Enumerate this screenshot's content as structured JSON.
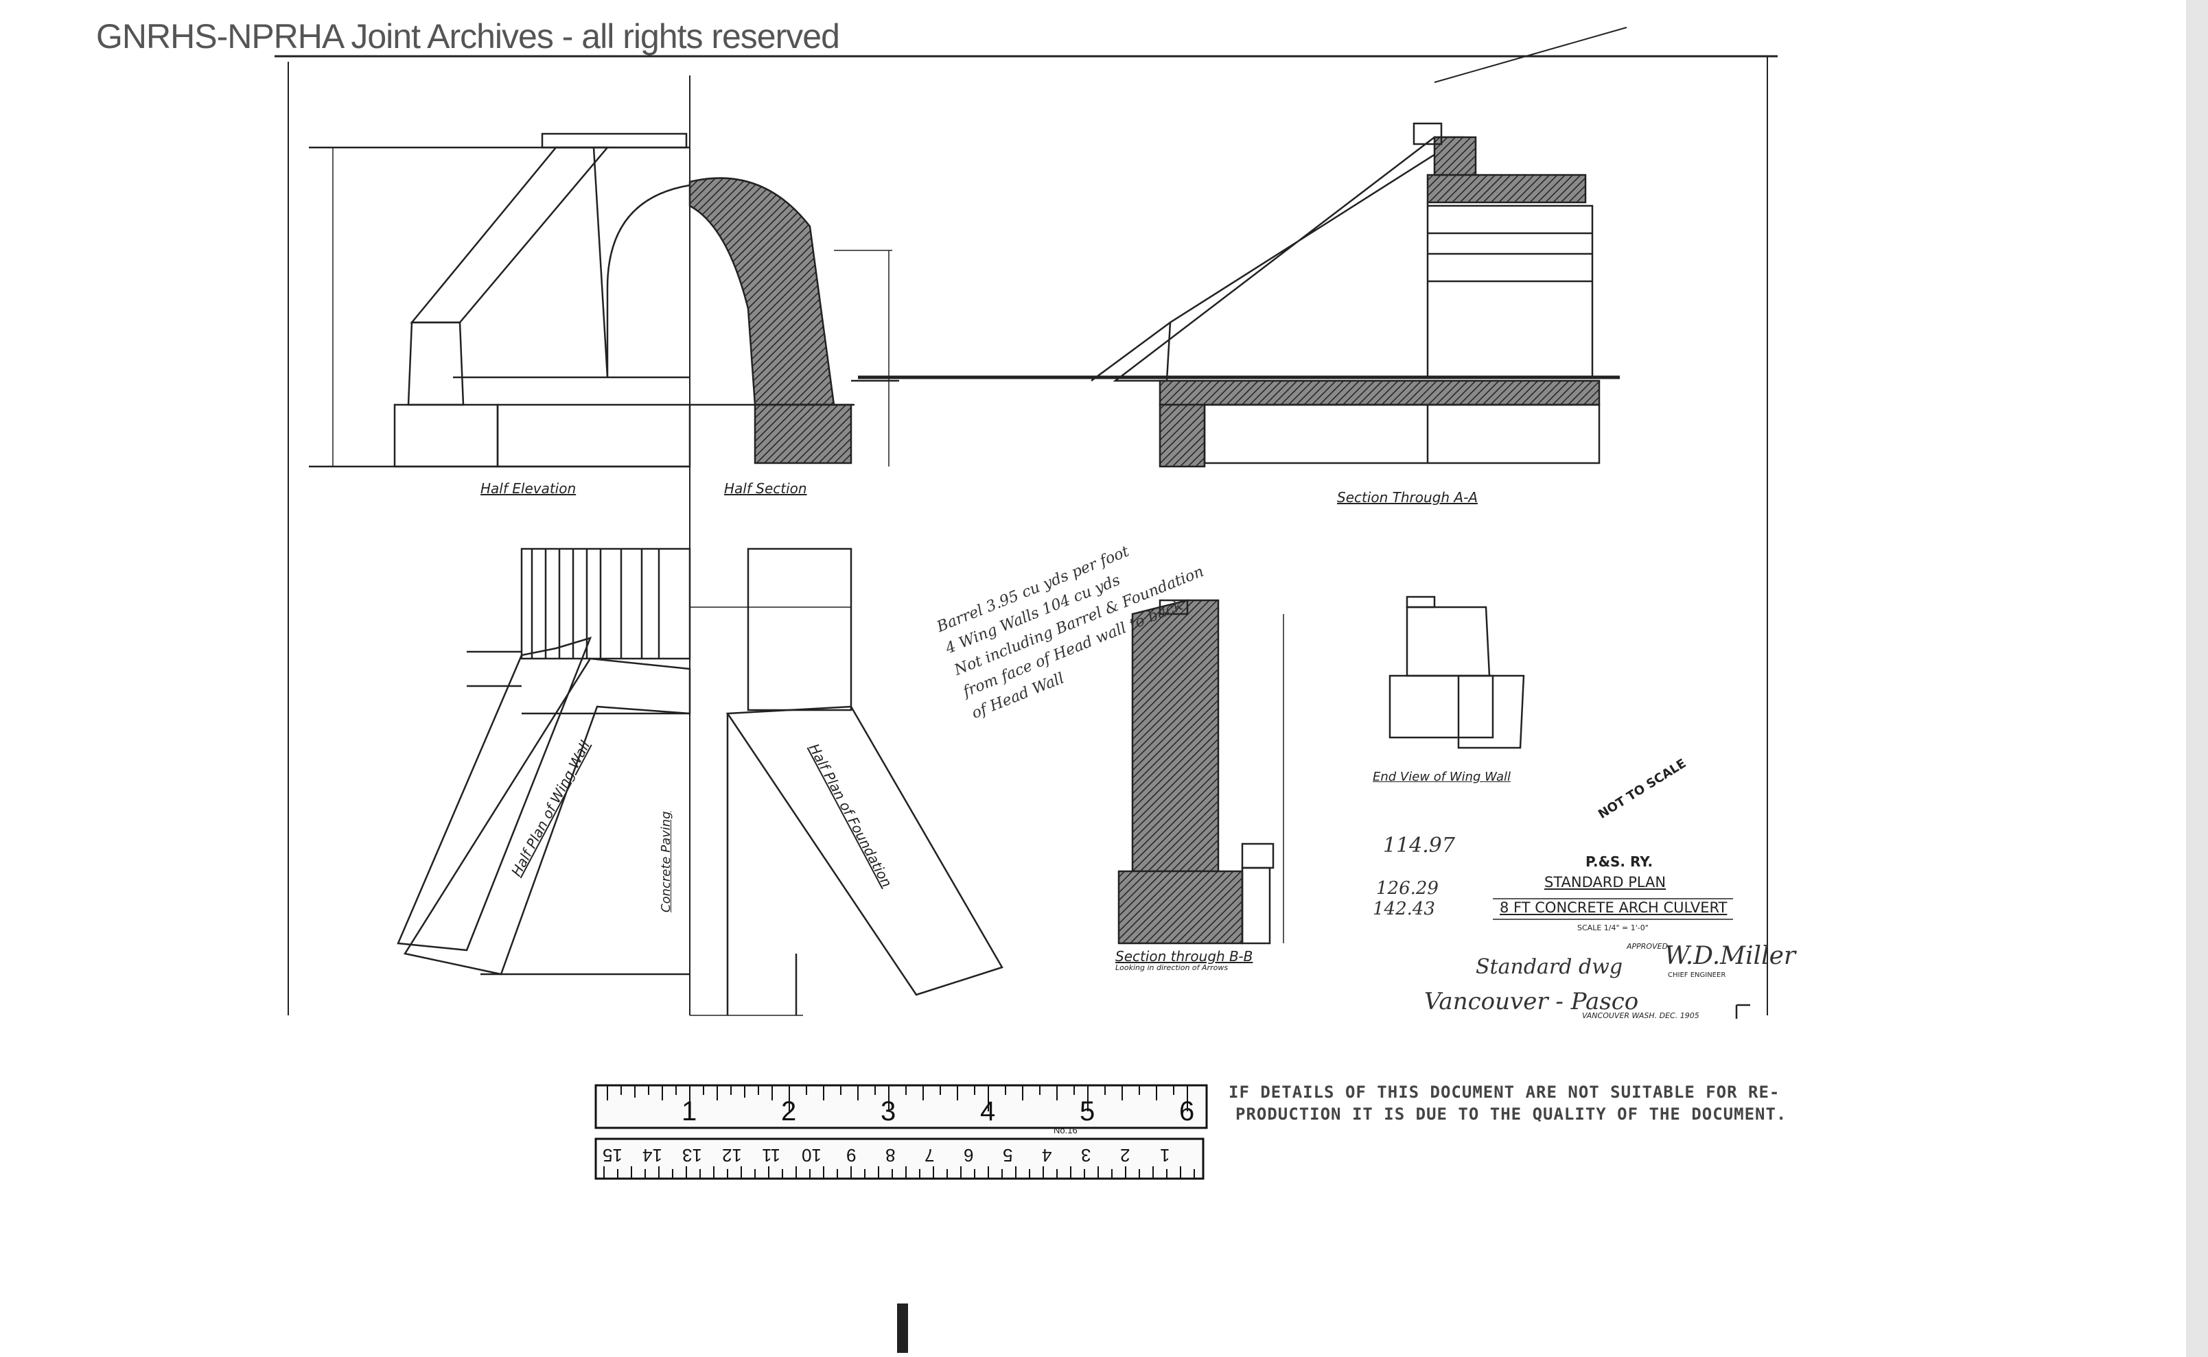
{
  "watermark": "GNRHS-NPRHA Joint Archives - all rights reserved",
  "views": {
    "half_elevation": "Half Elevation",
    "half_section": "Half Section",
    "section_a": "Section Through A-A",
    "half_plan_wing_wall": "Half Plan of Wing Wall",
    "half_plan_foundation": "Half Plan of Foundation",
    "concrete_paving": "Concrete Paving",
    "section_b": "Section through B-B",
    "section_b_sub": "Looking in direction of Arrows",
    "end_view_wing_wall": "End View of Wing Wall"
  },
  "handwritten_note": {
    "line1": "Barrel 3.95 cu yds per foot",
    "line2": "4 Wing Walls 104 cu yds",
    "line3": "Not including Barrel & Foundation",
    "line4": "from face of Head wall to back",
    "line5": "of Head Wall"
  },
  "not_to_scale": "NOT TO SCALE",
  "hand_numbers": {
    "n1": "114.97",
    "n2": "126.29",
    "n3": "142.43"
  },
  "title_block": {
    "railway": "P.&S. RY.",
    "plan": "STANDARD PLAN",
    "subject": "8 FT CONCRETE ARCH CULVERT",
    "scale": "SCALE 1/4\" = 1'-0\"",
    "approved": "APPROVED",
    "signature": "W.D.Miller",
    "chief_engineer": "CHIEF ENGINEER",
    "std_dwg": "Standard dwg",
    "route": "Vancouver - Pasco",
    "place_date": "VANCOUVER WASH. DEC. 1905"
  },
  "notice": {
    "line1": "IF DETAILS OF THIS DOCUMENT ARE NOT SUITABLE FOR RE-",
    "line2": "PRODUCTION IT IS DUE TO THE QUALITY OF THE DOCUMENT."
  },
  "ruler": {
    "inches": [
      "1",
      "2",
      "3",
      "4",
      "5",
      "6"
    ],
    "cm": [
      "1",
      "2",
      "3",
      "4",
      "5",
      "6",
      "7",
      "8",
      "9",
      "10",
      "11",
      "12",
      "13",
      "14",
      "15"
    ],
    "model": "No.16"
  }
}
